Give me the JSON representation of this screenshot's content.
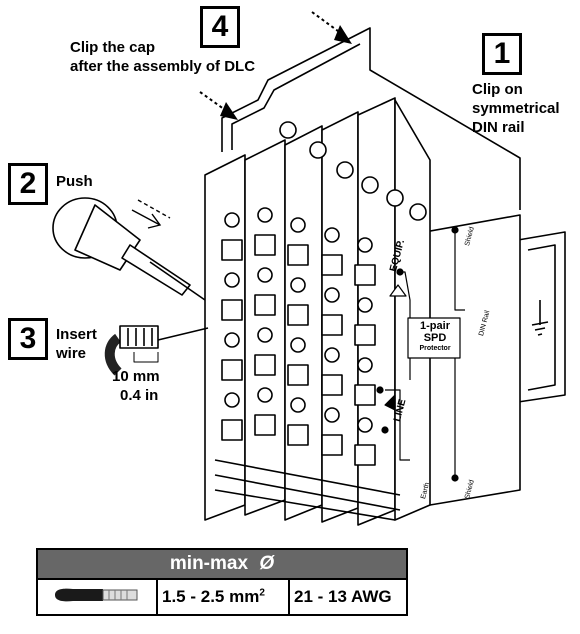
{
  "steps": [
    {
      "number": "1",
      "text": "Clip on\nsymmetrical\nDIN rail"
    },
    {
      "number": "2",
      "text": "Push"
    },
    {
      "number": "3",
      "text": "Insert\nwire"
    },
    {
      "number": "4",
      "text": "Clip the cap\nafter the assembly of DLC"
    }
  ],
  "strip_length": {
    "mm": "10 mm",
    "inch": "0.4 in"
  },
  "device_labels": {
    "protector_line1": "1-pair",
    "protector_line2": "SPD",
    "protector_line3": "Protector",
    "equip": "EQUIP.",
    "line": "LINE",
    "shield": "Shield",
    "earth": "Earth",
    "din_rail": "DIN Rail"
  },
  "spec_table": {
    "header": "min-max",
    "diameter_symbol": "Ø",
    "area": "1.5 - 2.5 mm",
    "area_exp": "2",
    "awg": "21 - 13 AWG"
  },
  "colors": {
    "table_header": "#676767",
    "line": "#000000"
  }
}
